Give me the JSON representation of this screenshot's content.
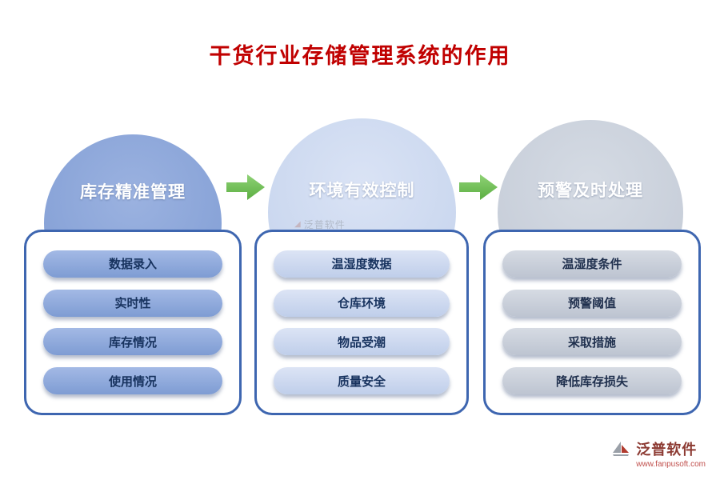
{
  "title": "干货行业存储管理系统的作用",
  "columns": [
    {
      "header": "库存精准管理",
      "items": [
        "数据录入",
        "实时性",
        "库存情况",
        "使用情况"
      ]
    },
    {
      "header": "环境有效控制",
      "items": [
        "温湿度数据",
        "仓库环境",
        "物品受潮",
        "质量安全"
      ]
    },
    {
      "header": "预警及时处理",
      "items": [
        "温湿度条件",
        "预警阈值",
        "采取措施",
        "降低库存损失"
      ]
    }
  ],
  "watermark": "泛普软件",
  "footer": {
    "brand": "泛普软件",
    "url": "www.fanpusoft.com"
  },
  "colors": {
    "title_red": "#C00000",
    "circle_blue": "#7E9BD3",
    "circle_light_blue": "#C3D2EC",
    "circle_gray": "#C2C9D5",
    "box_border_blue": "#3E66B0",
    "arrow_green": "#6FBE53",
    "pill_text_navy": "#17325E",
    "brand_red": "#8C3A32"
  }
}
